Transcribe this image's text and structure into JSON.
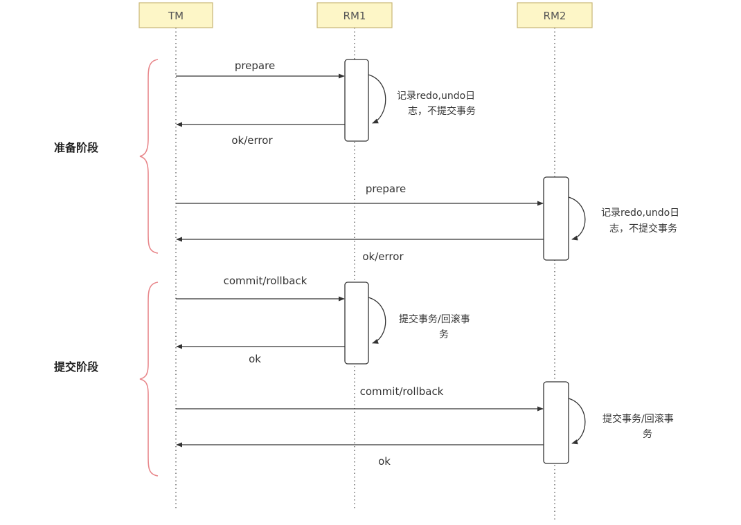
{
  "participants": [
    {
      "id": "tm",
      "label": "TM"
    },
    {
      "id": "rm1",
      "label": "RM1"
    },
    {
      "id": "rm2",
      "label": "RM2"
    }
  ],
  "phases": [
    {
      "label": "准备阶段"
    },
    {
      "label": "提交阶段"
    }
  ],
  "messages": [
    {
      "label": "prepare"
    },
    {
      "label": "ok/error"
    },
    {
      "label": "prepare"
    },
    {
      "label": "ok/error"
    },
    {
      "label": "commit/rollback"
    },
    {
      "label": "ok"
    },
    {
      "label": "commit/rollback"
    },
    {
      "label": "ok"
    }
  ],
  "notes": [
    {
      "lines": [
        "记录redo,undo日",
        "志，不提交事务"
      ]
    },
    {
      "lines": [
        "记录redo,undo日",
        "志，不提交事务"
      ]
    },
    {
      "lines": [
        "提交事务/回滚事",
        "务"
      ]
    },
    {
      "lines": [
        "提交事务/回滚事",
        "务"
      ]
    }
  ]
}
